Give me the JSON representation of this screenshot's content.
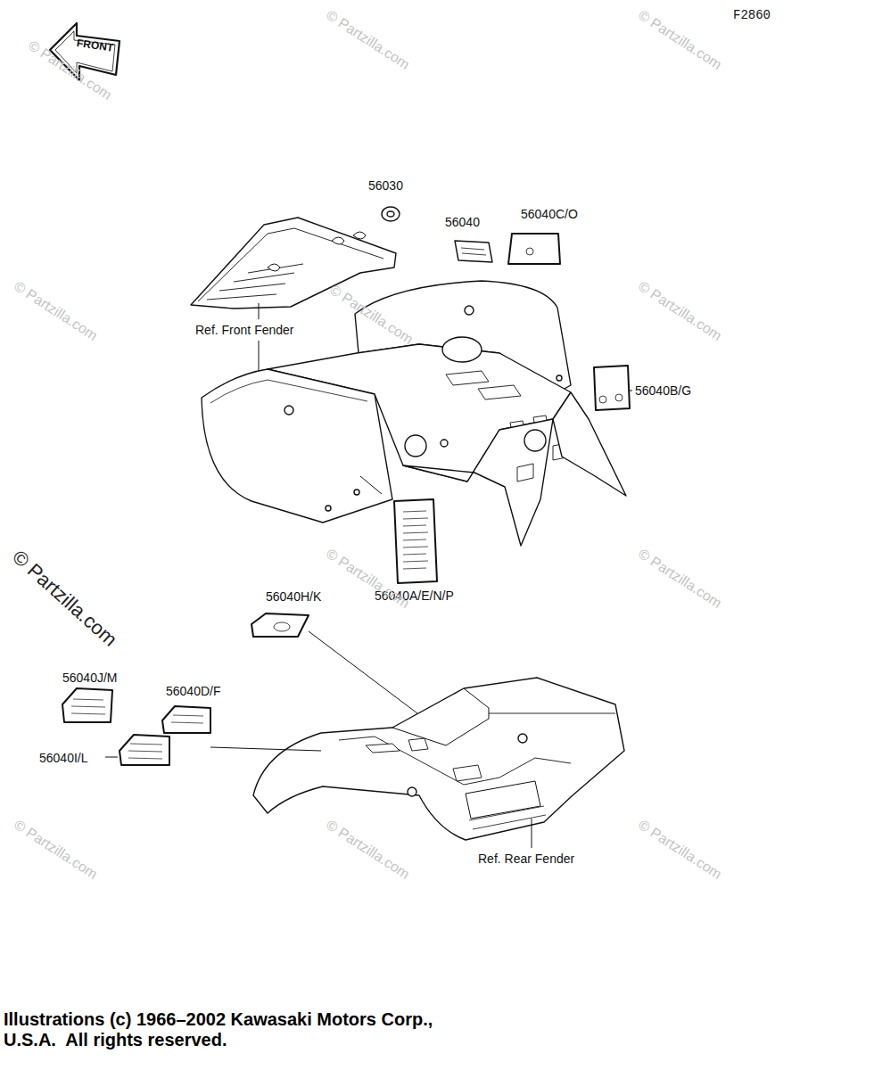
{
  "diagram": {
    "labels": [
      "F2860",
      "FRONT",
      "56030",
      "56040",
      "56040C/O",
      "Ref. Front Fender",
      "56040B/G",
      "56040A/E/N/P",
      "56040H/K",
      "56040J/M",
      "56040D/F",
      "56040I/L",
      "Ref. Rear Fender",
      "Illustrations (c) 1966–2002 Kawasaki Motors Corp., U.S.A.  All rights reserved.",
      "© Partzilla.com",
      "© Partzilla.com",
      "© Partzilla.com",
      "© Partzilla.com",
      "© Partzilla.com",
      "© Partzilla.com",
      "© Partzilla.com",
      "© Partzilla.com",
      "© Partzilla.com",
      "© Partzilla.com",
      "© Partzilla.com",
      "© Partzilla.com"
    ]
  }
}
